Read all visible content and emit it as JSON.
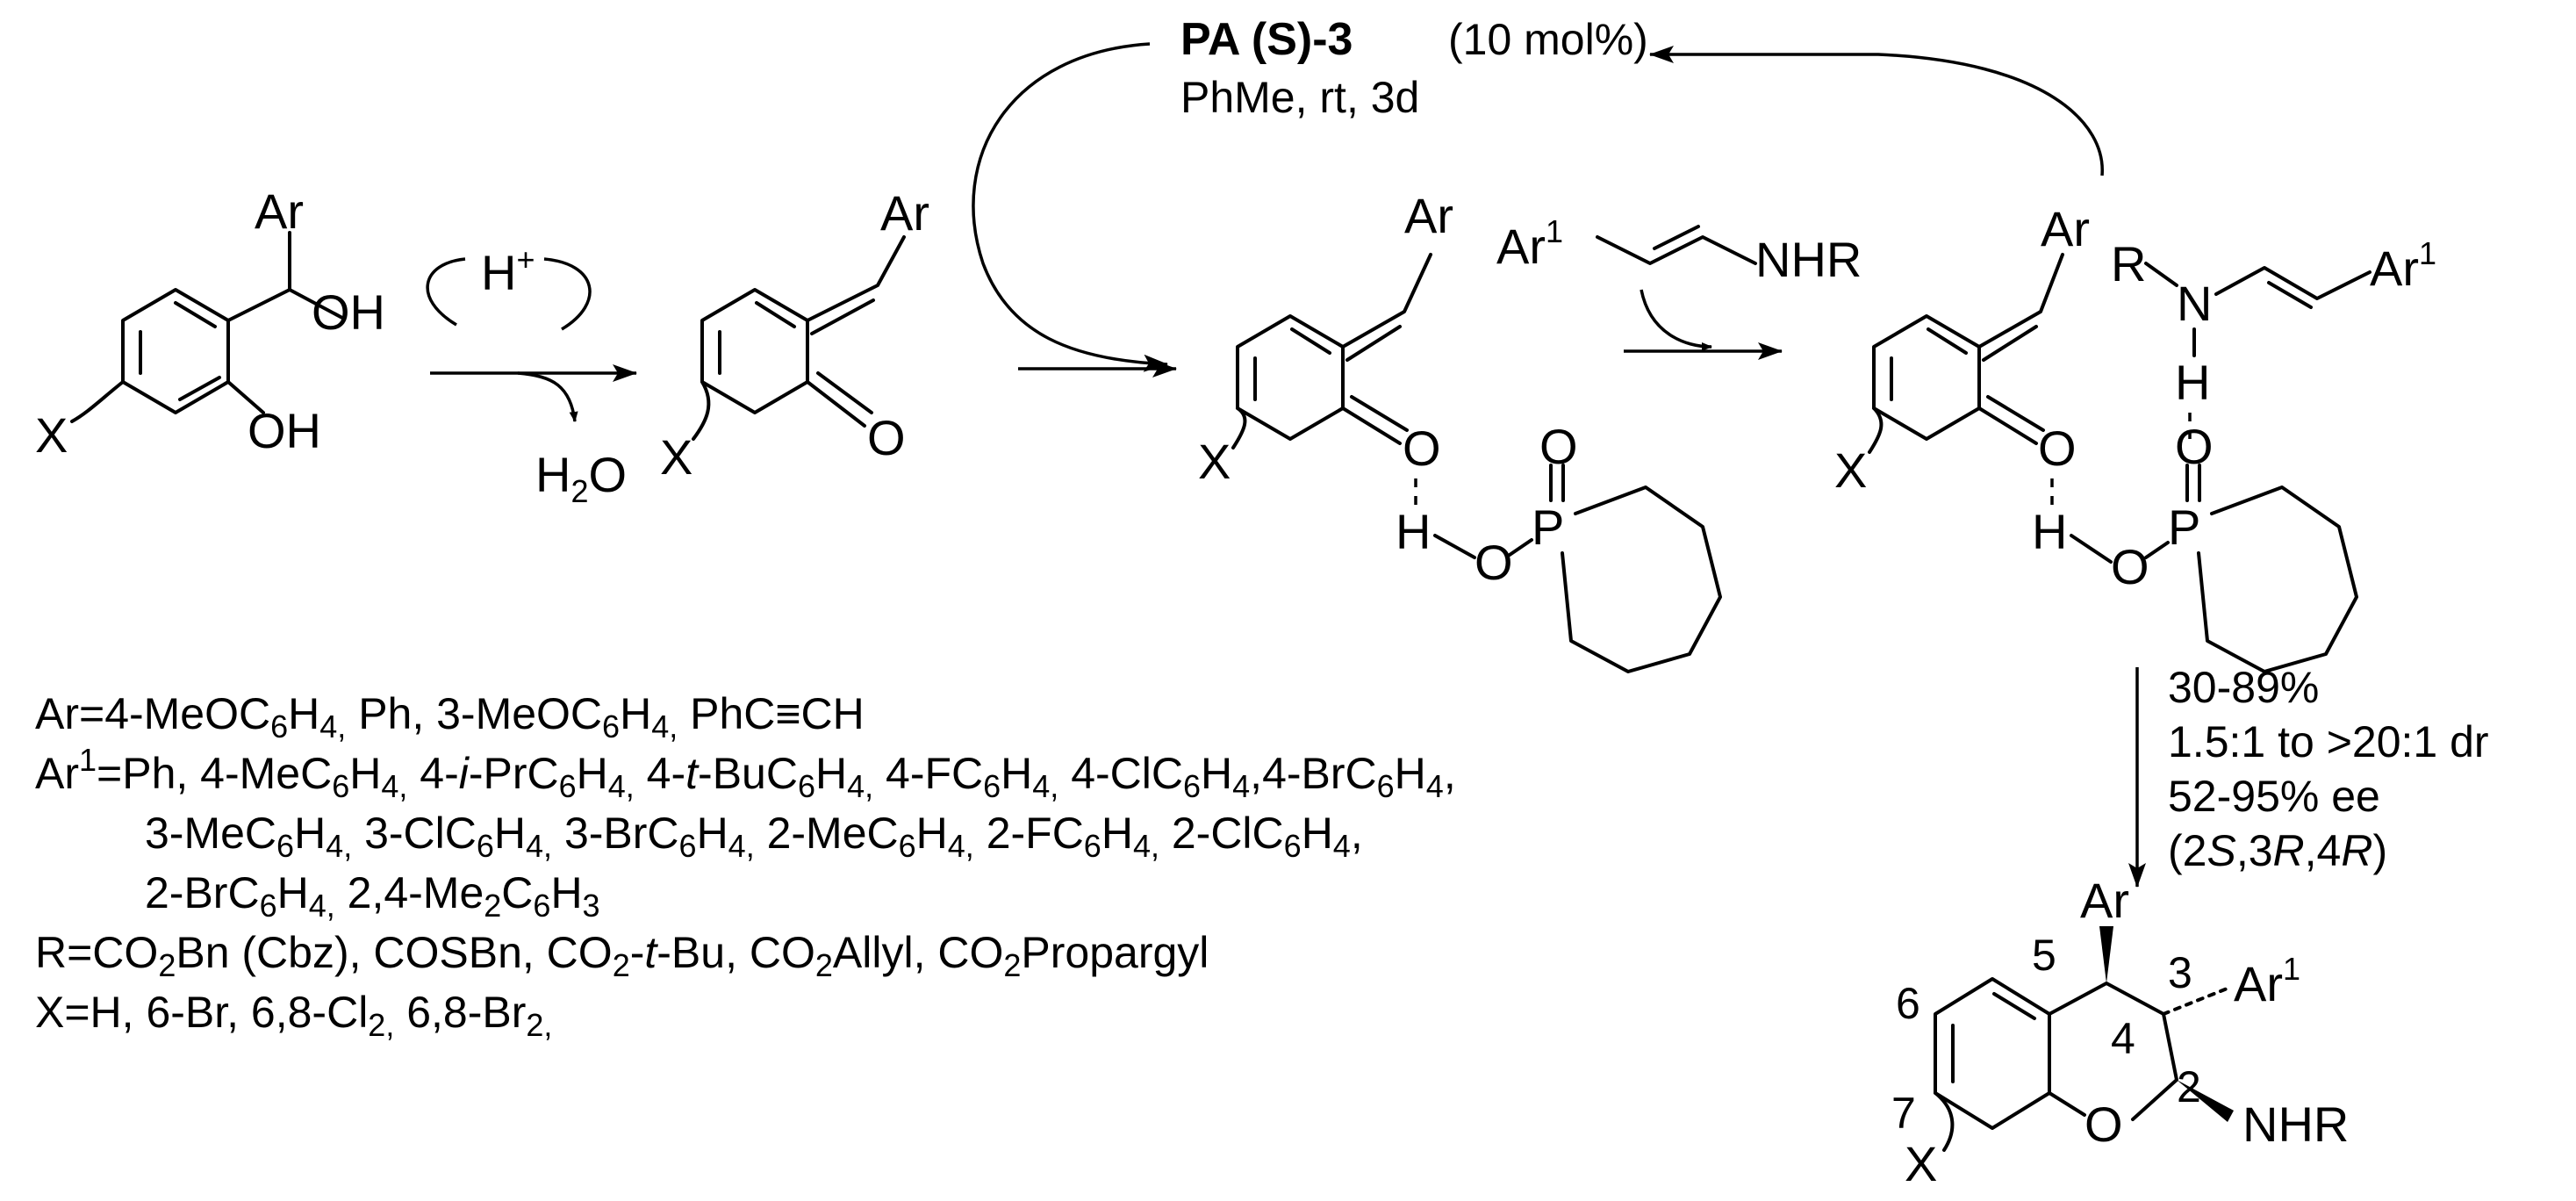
{
  "catalyst": {
    "name": "PA (S)-3",
    "loading": "(10 mol%)",
    "conditions": "PhMe, rt, 3d"
  },
  "acid": "H+",
  "water": "H2O",
  "result": {
    "yield": "30-89%",
    "dr": "1.5:1 to >20:1 dr",
    "ee": "52-95% ee",
    "config": "(2S,3R,4R)"
  },
  "scope": {
    "ar": "Ar=4-MeOC6H4, Ph, 3-MeOC6H4, PhC≡CH",
    "ar1_line1": "Ar1=Ph, 4-MeC6H4, 4-i-PrC6H4, 4-t-BuC6H4, 4-FC6H4, 4-ClC6H4,4-BrC6H4,",
    "ar1_line2": "3-MeC6H4, 3-ClC6H4, 3-BrC6H4, 2-MeC6H4, 2-FC6H4, 2-ClC6H4,",
    "ar1_line3": "2-BrC6H4, 2,4-Me2C6H3",
    "r": "R=CO2Bn (Cbz), COSBn, CO2-t-Bu, CO2Allyl, CO2Propargyl",
    "x": "X=H, 6-Br, 6,8-Cl2, 6,8-Br2,"
  },
  "atoms": {
    "ar": "Ar",
    "ar1": "Ar",
    "sup1": "1",
    "oh": "OH",
    "o": "O",
    "h": "H",
    "p": "P",
    "x": "X",
    "n": "N",
    "r": "R",
    "nhr": "NHR"
  },
  "numbering": [
    "2",
    "3",
    "4",
    "5",
    "6",
    "7"
  ]
}
